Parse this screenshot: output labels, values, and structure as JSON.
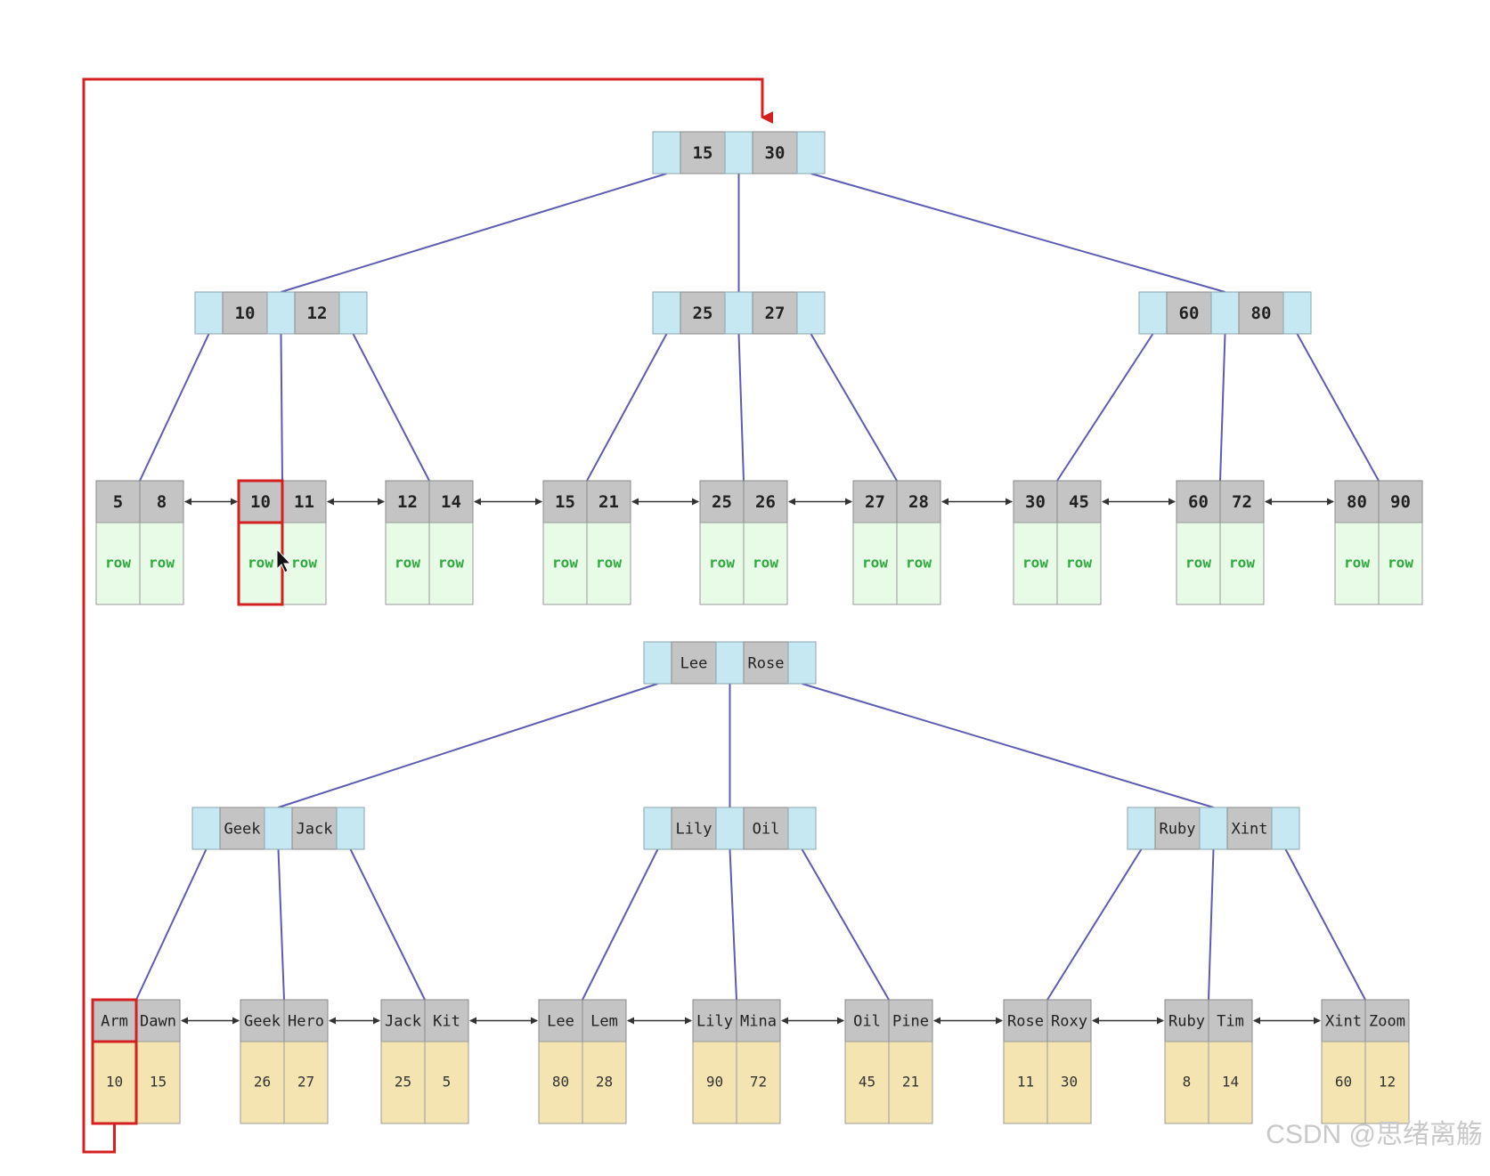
{
  "tree1": {
    "root": [
      "15",
      "30"
    ],
    "internal": [
      [
        "10",
        "12"
      ],
      [
        "25",
        "27"
      ],
      [
        "60",
        "80"
      ]
    ],
    "leaves": [
      {
        "keys": [
          "5",
          "8"
        ],
        "values": [
          "row",
          "row"
        ]
      },
      {
        "keys": [
          "10",
          "11"
        ],
        "values": [
          "row",
          "row"
        ]
      },
      {
        "keys": [
          "12",
          "14"
        ],
        "values": [
          "row",
          "row"
        ]
      },
      {
        "keys": [
          "15",
          "21"
        ],
        "values": [
          "row",
          "row"
        ]
      },
      {
        "keys": [
          "25",
          "26"
        ],
        "values": [
          "row",
          "row"
        ]
      },
      {
        "keys": [
          "27",
          "28"
        ],
        "values": [
          "row",
          "row"
        ]
      },
      {
        "keys": [
          "30",
          "45"
        ],
        "values": [
          "row",
          "row"
        ]
      },
      {
        "keys": [
          "60",
          "72"
        ],
        "values": [
          "row",
          "row"
        ]
      },
      {
        "keys": [
          "80",
          "90"
        ],
        "values": [
          "row",
          "row"
        ]
      }
    ]
  },
  "tree2": {
    "root": [
      "Lee",
      "Rose"
    ],
    "internal": [
      [
        "Geek",
        "Jack"
      ],
      [
        "Lily",
        "Oil"
      ],
      [
        "Ruby",
        "Xint"
      ]
    ],
    "leaves": [
      {
        "keys": [
          "Arm",
          "Dawn"
        ],
        "values": [
          "10",
          "15"
        ]
      },
      {
        "keys": [
          "Geek",
          "Hero"
        ],
        "values": [
          "26",
          "27"
        ]
      },
      {
        "keys": [
          "Jack",
          "Kit"
        ],
        "values": [
          "25",
          "5"
        ]
      },
      {
        "keys": [
          "Lee",
          "Lem"
        ],
        "values": [
          "80",
          "28"
        ]
      },
      {
        "keys": [
          "Lily",
          "Mina"
        ],
        "values": [
          "90",
          "72"
        ]
      },
      {
        "keys": [
          "Oil",
          "Pine"
        ],
        "values": [
          "45",
          "21"
        ]
      },
      {
        "keys": [
          "Rose",
          "Roxy"
        ],
        "values": [
          "11",
          "30"
        ]
      },
      {
        "keys": [
          "Ruby",
          "Tim"
        ],
        "values": [
          "8",
          "14"
        ]
      },
      {
        "keys": [
          "Xint",
          "Zoom"
        ],
        "values": [
          "60",
          "12"
        ]
      }
    ]
  },
  "highlight": {
    "secondary_key": "Arm",
    "secondary_value": "10",
    "primary_key": "10",
    "primary_value": "row"
  },
  "watermark": "CSDN @思绪离觞",
  "colors": {
    "pointer_cell": "#c6e8f2",
    "key_cell": "#c4c4c4",
    "row_cell": "#e7fbe6",
    "value_cell": "#f4e4b2",
    "edge": "#5c5cb4",
    "sibling_arrow": "#333333",
    "highlight": "#d42020"
  }
}
